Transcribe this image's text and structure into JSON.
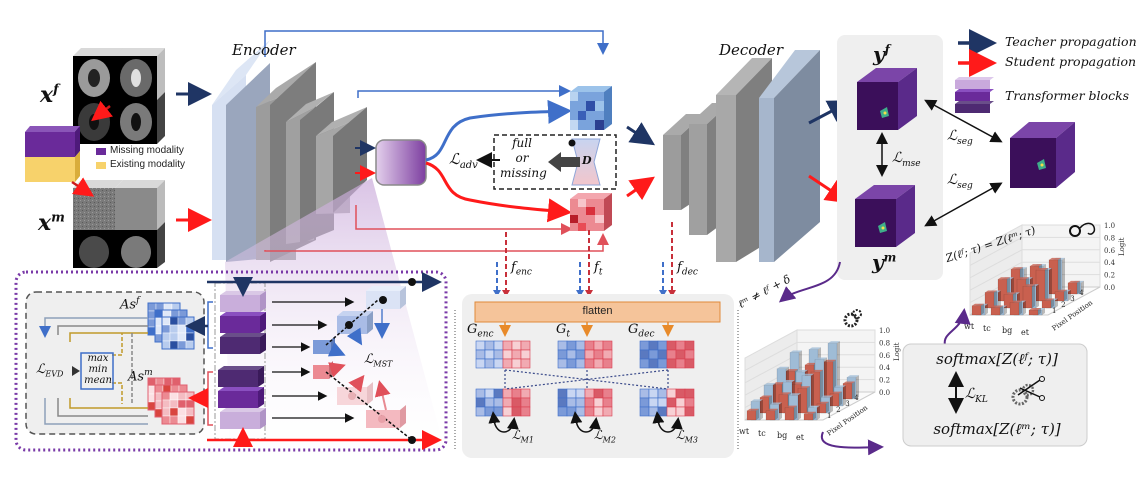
{
  "inputs": {
    "full_label": "x",
    "full_sup": "f",
    "missing_label": "x",
    "missing_sup": "m",
    "legend_missing": "Missing modality",
    "legend_existing": "Existing modality"
  },
  "encoder": {
    "title": "Encoder"
  },
  "decoder": {
    "title": "Decoder"
  },
  "adversarial": {
    "loss": "ℒ",
    "loss_sub": "adv",
    "box_lines": [
      "full",
      "or",
      "missing"
    ],
    "discriminator": "D"
  },
  "features": {
    "f_enc": "f",
    "f_enc_sub": "enc",
    "f_t": "f",
    "f_t_sub": "t",
    "f_dec": "f",
    "f_dec_sub": "dec"
  },
  "gram": {
    "flatten": "flatten",
    "g_enc": "G",
    "g_enc_sub": "enc",
    "g_t": "G",
    "g_t_sub": "t",
    "g_dec": "G",
    "g_dec_sub": "dec",
    "m1": "ℒ",
    "m1_sub": "M1",
    "m2": "ℒ",
    "m2_sub": "M2",
    "m3": "ℒ",
    "m3_sub": "M3"
  },
  "evd": {
    "loss": "ℒ",
    "loss_sub": "EVD",
    "stats": [
      "max",
      "min",
      "mean"
    ],
    "as_f": "As",
    "as_f_sup": "f",
    "as_m": "As",
    "as_m_sup": "m"
  },
  "mst": {
    "loss": "ℒ",
    "loss_sub": "MST"
  },
  "outputs": {
    "yf": "y",
    "yf_sup": "f",
    "ym": "y",
    "ym_sup": "m",
    "mse": "ℒ",
    "mse_sub": "mse",
    "seg1": "ℒ",
    "seg1_sub": "seg",
    "seg2": "ℒ",
    "seg2_sub": "seg"
  },
  "legend": {
    "teacher": "Teacher propagation",
    "student": "Student propagation",
    "transformer": "Transformer blocks",
    "teacher_color": "#1f3564",
    "student_color": "#ff1a1a"
  },
  "kl": {
    "top": "softmax[Z(ℓᶠ; τ)]",
    "bottom": "softmax[Z(ℓᵐ; τ)]",
    "loss": "ℒ",
    "loss_sub": "KL"
  },
  "chart_data": [
    {
      "type": "bar",
      "title": "ℓᵐ ≠ ℓᶠ + δ",
      "categories": [
        "wt",
        "tc",
        "bg",
        "et"
      ],
      "depth_categories": [
        "4",
        "3",
        "2",
        "1"
      ],
      "xlabel": "",
      "depth_label": "Pixel Position",
      "zlabel": "Logit",
      "zlim": [
        0,
        1.0
      ],
      "zticks": [
        "0.0",
        "0.2",
        "0.4",
        "0.6",
        "0.8",
        "1.0"
      ],
      "series": [
        {
          "name": "student (red)",
          "color": "#c9604f",
          "values": [
            [
              0.15,
              0.25,
              0.35,
              0.45
            ],
            [
              0.15,
              0.3,
              0.35,
              0.55
            ],
            [
              0.2,
              0.4,
              0.55,
              0.6
            ],
            [
              0.1,
              0.15,
              0.2,
              0.25
            ]
          ]
        },
        {
          "name": "teacher (blue)",
          "color": "#9fbcd6",
          "values": [
            [
              0.3,
              0.45,
              0.6,
              0.75
            ],
            [
              0.25,
              0.5,
              0.55,
              0.8
            ],
            [
              0.4,
              0.6,
              0.75,
              0.9
            ],
            [
              0.2,
              0.25,
              0.3,
              0.35
            ]
          ]
        }
      ]
    },
    {
      "type": "bar",
      "title": "Z(ℓᶠ; τ) = Z(ℓᵐ; τ)",
      "categories": [
        "wt",
        "tc",
        "bg",
        "et"
      ],
      "depth_categories": [
        "4",
        "3",
        "2",
        "1"
      ],
      "depth_label": "Pixel Position",
      "zlabel": "Logit",
      "zlim": [
        0,
        1.0
      ],
      "zticks": [
        "0.0",
        "0.2",
        "0.4",
        "0.6",
        "0.8",
        "1.0"
      ],
      "series": [
        {
          "name": "student (red)",
          "color": "#c9604f",
          "values": [
            [
              0.15,
              0.25,
              0.35,
              0.4
            ],
            [
              0.12,
              0.22,
              0.35,
              0.45
            ],
            [
              0.2,
              0.35,
              0.5,
              0.55
            ],
            [
              0.08,
              0.12,
              0.15,
              0.18
            ]
          ]
        },
        {
          "name": "teacher (blue)",
          "color": "#9fbcd6",
          "values": [
            [
              0.15,
              0.25,
              0.35,
              0.4
            ],
            [
              0.12,
              0.22,
              0.35,
              0.45
            ],
            [
              0.2,
              0.35,
              0.5,
              0.55
            ],
            [
              0.08,
              0.12,
              0.15,
              0.18
            ]
          ]
        }
      ]
    }
  ]
}
